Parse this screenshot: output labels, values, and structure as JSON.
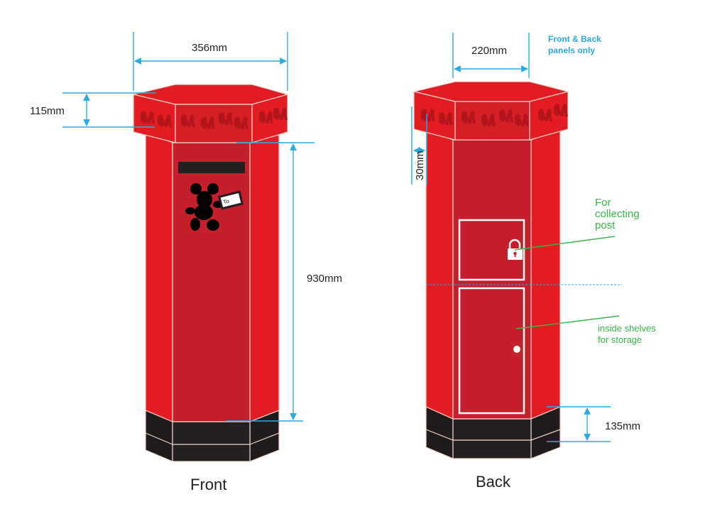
{
  "colors": {
    "red_main": "#e31b23",
    "red_dark": "#c8192b",
    "red_panel": "#c51f2c",
    "black_base": "#231f20",
    "dimension_blue": "#29abe2",
    "note_green": "#39b54a"
  },
  "front": {
    "caption": "Front",
    "dim_width": "356mm",
    "dim_cap_height": "115mm",
    "dim_body_height": "930mm",
    "mail_sticker_text": "To"
  },
  "back": {
    "caption": "Back",
    "dim_width": "220mm",
    "note_panels_line1": "Front & Back",
    "note_panels_line2": "panels only",
    "dim_band": "30mm",
    "dim_base_height": "135mm",
    "note_collecting_line1": "For",
    "note_collecting_line2": "collecting",
    "note_collecting_line3": "post",
    "note_shelves_line1": "inside shelves",
    "note_shelves_line2": "for storage"
  },
  "icons": [
    "padlock-icon",
    "keyhole-icon",
    "mouse-character-icon",
    "character-silhouette-icon"
  ]
}
